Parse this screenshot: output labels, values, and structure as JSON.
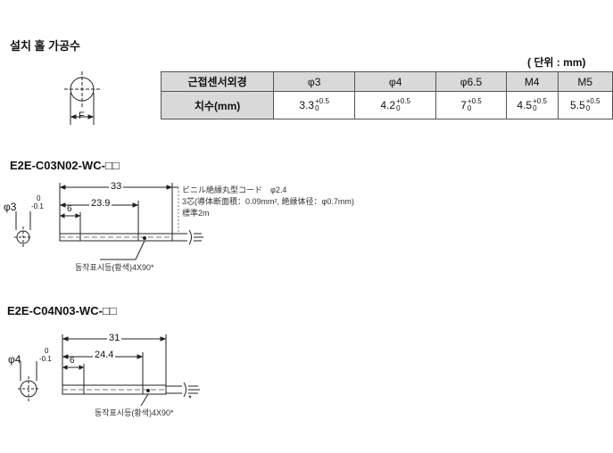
{
  "section_title": "설치 홀 가공수",
  "unit_note": "( 단위 : mm)",
  "hole_dim_label": "F",
  "table": {
    "header_label": "근접센서외경",
    "row_label": "치수(mm)",
    "columns": [
      {
        "size": "φ3",
        "value": "3.3",
        "tol_upper": "+0.5",
        "tol_lower": "0"
      },
      {
        "size": "φ4",
        "value": "4.2",
        "tol_upper": "+0.5",
        "tol_lower": "0"
      },
      {
        "size": "φ6.5",
        "value": "7",
        "tol_upper": "+0.5",
        "tol_lower": "0"
      },
      {
        "size": "M4",
        "value": "4.5",
        "tol_upper": "+0.5",
        "tol_lower": "0"
      },
      {
        "size": "M5",
        "value": "5.5",
        "tol_upper": "+0.5",
        "tol_lower": "0"
      }
    ]
  },
  "model1": {
    "title": "E2E-C03N02-WC-□□",
    "dia_main": "φ3",
    "dia_tol_upper": "0",
    "dia_tol_lower": "-0.1",
    "len_total": "33",
    "len_body": "23.9",
    "len_tip": "6",
    "cable_note_1": "ビニル絶縁丸型コード　φ2.4",
    "cable_note_2": "3芯(導体断面積：0.09mm², 絶縁体径：φ0.7mm)",
    "cable_note_3": "標準2m",
    "indicator_label": "동작표시등(황색)4X90*"
  },
  "model2": {
    "title": "E2E-C04N03-WC-□□",
    "dia_main": "φ4",
    "dia_tol_upper": "0",
    "dia_tol_lower": "-0.1",
    "len_total": "31",
    "len_body": "24.4",
    "len_tip": "6",
    "indicator_label": "동작표시등(황색)4X90*",
    "marker": "*"
  }
}
